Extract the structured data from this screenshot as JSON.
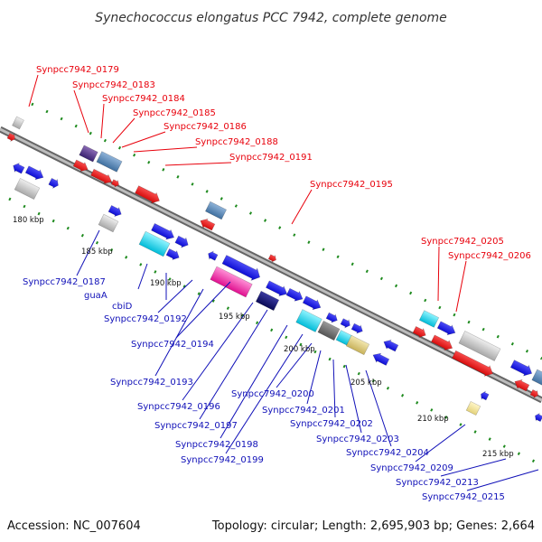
{
  "title": "Synechococcus elongatus PCC 7942, complete genome",
  "accession": "Accession: NC_007604",
  "topology": "Topology: circular; Length: 2,695,903 bp; Genes: 2,664",
  "colors": {
    "upper_label": "#e8000b",
    "lower_label": "#1010b8",
    "backbone": "#8c8c8c",
    "tick_dot": "#1e8a1e"
  },
  "kbp_ticks": [
    "180 kbp",
    "185 kbp",
    "190 kbp",
    "195 kbp",
    "200 kbp",
    "205 kbp",
    "210 kbp",
    "215 kbp"
  ],
  "upper_labels": [
    "Synpcc7942_0179",
    "Synpcc7942_0183",
    "Synpcc7942_0184",
    "Synpcc7942_0185",
    "Synpcc7942_0186",
    "Synpcc7942_0188",
    "Synpcc7942_0191",
    "Synpcc7942_0195",
    "Synpcc7942_0205",
    "Synpcc7942_0206"
  ],
  "lower_labels": [
    "Synpcc7942_0187",
    "guaA",
    "cbiD",
    "Synpcc7942_0192",
    "Synpcc7942_0194",
    "Synpcc7942_0193",
    "Synpcc7942_0196",
    "Synpcc7942_0197",
    "Synpcc7942_0198",
    "Synpcc7942_0199",
    "Synpcc7942_0200",
    "Synpcc7942_0201",
    "Synpcc7942_0202",
    "Synpcc7942_0203",
    "Synpcc7942_0204",
    "Synpcc7942_0209",
    "Synpcc7942_0213",
    "Synpcc7942_0215"
  ]
}
